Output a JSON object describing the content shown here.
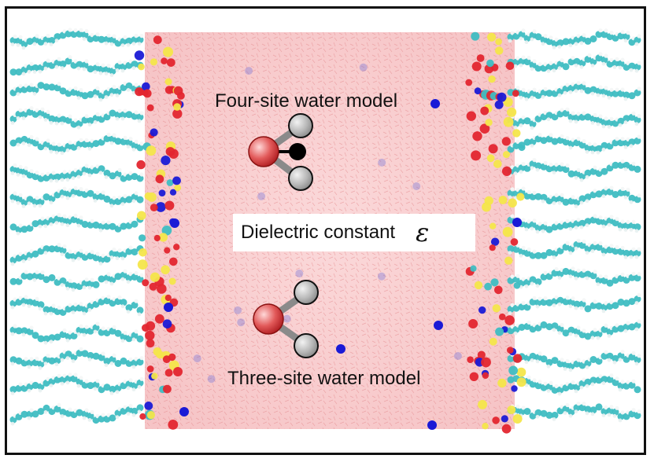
{
  "labels": {
    "four_site": "Four-site water model",
    "three_site": "Three-site water model",
    "dielectric": "Dielectric constant",
    "epsilon_symbol": "ε"
  },
  "colors": {
    "oxygen": "#e3262f",
    "hydrogen": "#a9a9a9",
    "virtual_site": "#000000",
    "bond": "#8a8a8a",
    "water_region": "#f7c9cb",
    "lipid_tail": "#3fbdc2",
    "phosphate": "#f4e64a",
    "ion": "#1a1ad6"
  }
}
